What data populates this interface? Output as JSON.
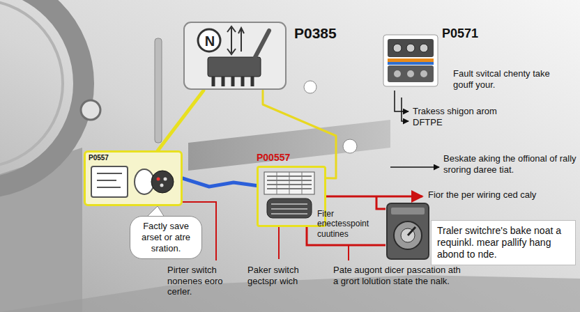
{
  "diagram": {
    "nodes": [
      {
        "text": [
          "P0385"
        ]
      },
      {
        "text": [
          "P0571"
        ]
      },
      {
        "text": [
          "P0557"
        ]
      },
      {
        "text": [
          "Factly save arset or atre sration."
        ]
      },
      {
        "text": [
          "P00557"
        ]
      },
      {
        "text": [
          "Traler switchre's bake noat a requinkl. mear pallify hang abond to nde."
        ]
      }
    ],
    "edges": [
      {
        "from": 0,
        "to": 2,
        "arrow": "none"
      },
      {
        "from": 0,
        "to": 4,
        "arrow": "none"
      },
      {
        "from": 2,
        "to": 4,
        "arrow": "none"
      }
    ],
    "labels": [
      "N",
      "Fault svitcal chenty take gouff your.",
      "Trakess shigon arom DFTPE",
      "Beskate aking the offional of rally sroring daree tiat.",
      "Fior the per wiring ced caly",
      "Fiter enectesspoint cuutines",
      "Pirter switch nonenes eoro cerler.",
      "Paker switch gectspr wich",
      "Pate augont dicer pascation ath a grort lolution state the nalk."
    ]
  }
}
